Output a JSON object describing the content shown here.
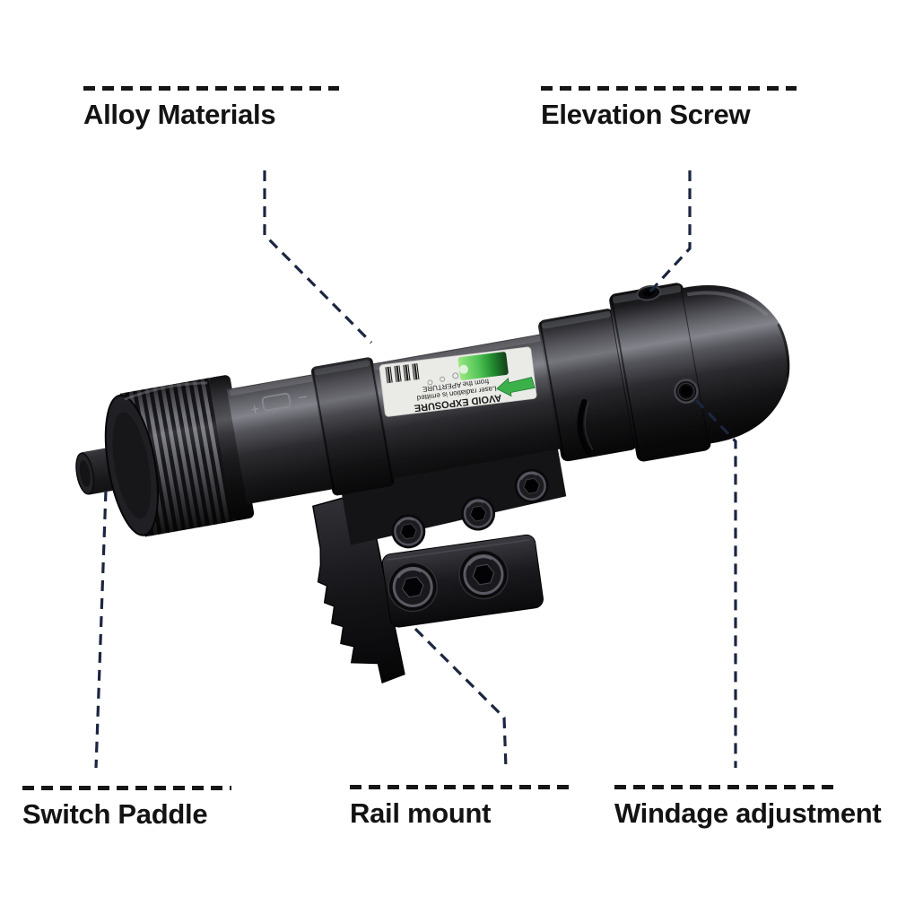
{
  "page": {
    "background": "#ffffff",
    "type": "annotated-product-image"
  },
  "annotations": {
    "style": {
      "rule_color": "#161616",
      "leader_color": "#1c2540",
      "text_color": "#131313"
    },
    "items": [
      {
        "id": "alloy-materials",
        "label": "Alloy Materials",
        "position": "top-left"
      },
      {
        "id": "elevation-screw",
        "label": "Elevation Screw",
        "position": "top-right"
      },
      {
        "id": "switch-paddle",
        "label": "Switch Paddle",
        "position": "bottom-left"
      },
      {
        "id": "rail-mount",
        "label": "Rail mount",
        "position": "bottom-center"
      },
      {
        "id": "windage-adjustment",
        "label": "Windage adjustment",
        "position": "bottom-right"
      }
    ]
  },
  "product": {
    "name": "green laser sight with rail mount",
    "warning_sticker": {
      "line1": "AVOID EXPOSURE",
      "line2": "Laser radiation is emitted",
      "line3": "from the APERTURE",
      "arrow_color": "#3cb14b"
    },
    "body_markings": {
      "plus": "+",
      "minus": "−"
    }
  }
}
